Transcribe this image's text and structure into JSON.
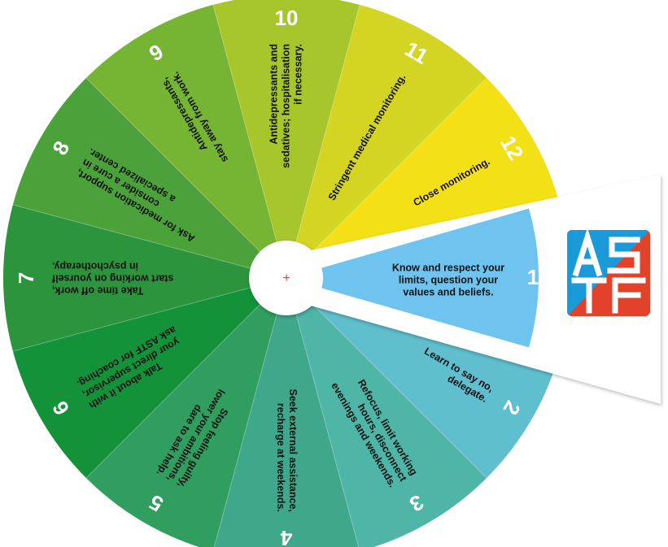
{
  "wheel": {
    "steps": [
      {
        "number": "1",
        "lines": [
          "Know and respect your",
          "limits, question your",
          "values and beliefs."
        ],
        "color": "#6ec4ee"
      },
      {
        "number": "2",
        "lines": [
          "Learn to say no,",
          "delegate."
        ],
        "color": "#5fbfce"
      },
      {
        "number": "3",
        "lines": [
          "Refocus, limit working",
          "hours, disconnect",
          "evenings and weekends."
        ],
        "color": "#4fb5a7"
      },
      {
        "number": "4",
        "lines": [
          "Seek external assistance,",
          "recharge at weekends."
        ],
        "color": "#40a88a"
      },
      {
        "number": "5",
        "lines": [
          "Stop feeling guilty,",
          "lower your ambitions,",
          "dare to ask help."
        ],
        "color": "#2f9e5e"
      },
      {
        "number": "6",
        "lines": [
          "Talk about it with",
          "your direct supervisor,",
          "ask ASTF for coaching."
        ],
        "color": "#13923a"
      },
      {
        "number": "7",
        "lines": [
          "Take time off work,",
          "start working on yourself",
          "in psychotherapy."
        ],
        "color": "#2b943c"
      },
      {
        "number": "8",
        "lines": [
          "Ask for medication support,",
          "consider a cure in",
          "a specialized center."
        ],
        "color": "#4ca23a"
      },
      {
        "number": "9",
        "lines": [
          "Antidepressants,",
          "stay away from work."
        ],
        "color": "#76b533"
      },
      {
        "number": "10",
        "lines": [
          "Antidepressants and",
          "sedatives; hospitalisation",
          "if necessary."
        ],
        "color": "#a6c62c"
      },
      {
        "number": "11",
        "lines": [
          "Stringent medical monitoring."
        ],
        "color": "#d3d522"
      },
      {
        "number": "12",
        "lines": [
          "Close monitoring."
        ],
        "color": "#f4e016"
      }
    ]
  },
  "window": {
    "number": "1",
    "lines": [
      "Know and respect your",
      "limits, question your",
      "values and beliefs."
    ],
    "color": "#6ec4ee"
  },
  "hub": {
    "symbol": "+"
  },
  "logo": {
    "text": "ASTF",
    "colors": {
      "blue": "#1a9ad7",
      "red": "#e2412a"
    }
  }
}
